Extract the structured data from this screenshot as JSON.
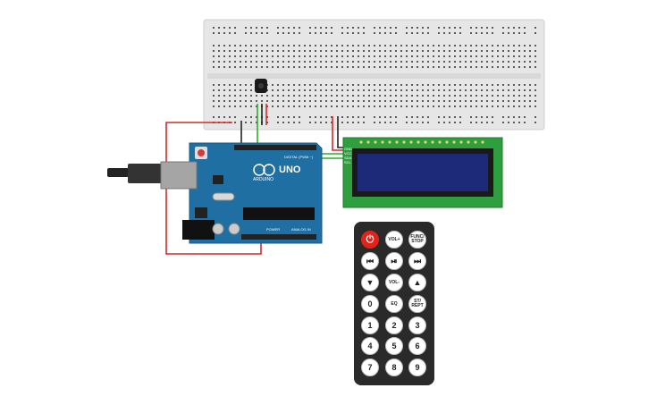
{
  "arduino": {
    "brand": "UNO",
    "maker": "ARDUINO",
    "digital_label": "DIGITAL (PWM ~)",
    "power_label": "POWER",
    "analog_label": "ANALOG IN"
  },
  "lcd": {
    "pin_labels": [
      "GND",
      "VCC",
      "SDA",
      "SCL"
    ]
  },
  "remote": {
    "buttons": [
      {
        "label": "⏻",
        "name": "power-button",
        "kind": "power"
      },
      {
        "label": "VOL+",
        "name": "vol-up-button",
        "kind": "small"
      },
      {
        "label": "FUNC/ STOP",
        "name": "func-stop-button",
        "kind": "small"
      },
      {
        "label": "⏮",
        "name": "prev-button",
        "kind": "normal"
      },
      {
        "label": "⏯",
        "name": "play-pause-button",
        "kind": "normal"
      },
      {
        "label": "⏭",
        "name": "next-button",
        "kind": "normal"
      },
      {
        "label": "▼",
        "name": "down-button",
        "kind": "normal"
      },
      {
        "label": "VOL-",
        "name": "vol-down-button",
        "kind": "small"
      },
      {
        "label": "▲",
        "name": "up-button",
        "kind": "normal"
      },
      {
        "label": "0",
        "name": "digit-0-button",
        "kind": "normal"
      },
      {
        "label": "EQ",
        "name": "eq-button",
        "kind": "small"
      },
      {
        "label": "ST/ REPT",
        "name": "st-rept-button",
        "kind": "small"
      },
      {
        "label": "1",
        "name": "digit-1-button",
        "kind": "normal"
      },
      {
        "label": "2",
        "name": "digit-2-button",
        "kind": "normal"
      },
      {
        "label": "3",
        "name": "digit-3-button",
        "kind": "normal"
      },
      {
        "label": "4",
        "name": "digit-4-button",
        "kind": "normal"
      },
      {
        "label": "5",
        "name": "digit-5-button",
        "kind": "normal"
      },
      {
        "label": "6",
        "name": "digit-6-button",
        "kind": "normal"
      },
      {
        "label": "7",
        "name": "digit-7-button",
        "kind": "normal"
      },
      {
        "label": "8",
        "name": "digit-8-button",
        "kind": "normal"
      },
      {
        "label": "9",
        "name": "digit-9-button",
        "kind": "normal"
      }
    ]
  },
  "colors": {
    "breadboard": "#e6e6e6",
    "arduino_board": "#1f6fa3",
    "lcd_board": "#2e9e3e",
    "lcd_screen": "#1d2a7a",
    "remote_body": "#2a2a2a",
    "wire_red": "#d42a2a",
    "wire_green": "#2faa2f",
    "wire_black": "#222222"
  }
}
